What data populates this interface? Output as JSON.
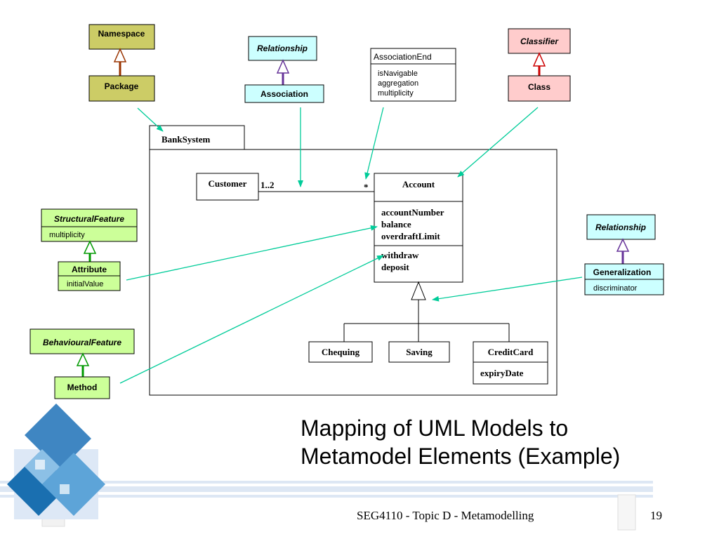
{
  "slide": {
    "title_line1": "Mapping of UML Models to",
    "title_line2": "Metamodel Elements (Example)",
    "footer": "SEG4110 - Topic D - Metamodelling",
    "page_number": "19"
  },
  "colors": {
    "olive": "#cccc66",
    "cyan": "#ccffff",
    "pink": "#ffcccc",
    "lightgreen": "#ccff99",
    "arrow": "#00cc99",
    "gen_brown": "#993300",
    "gen_purple": "#663399",
    "gen_red": "#cc0000",
    "gen_green": "#009900"
  },
  "meta": {
    "namespace": "Namespace",
    "package": "Package",
    "relationship_top": "Relationship",
    "association": "Association",
    "association_end": {
      "name": "AssociationEnd",
      "attrs": [
        "isNavigable",
        "aggregation",
        "multiplicity"
      ]
    },
    "classifier": "Classifier",
    "class": "Class",
    "structural_feature": {
      "name": "StructuralFeature",
      "attrs": [
        "multiplicity"
      ]
    },
    "attribute": {
      "name": "Attribute",
      "attrs": [
        "initialValue"
      ]
    },
    "behavioural_feature": "BehaviouralFeature",
    "method": "Method",
    "relationship_right": "Relationship",
    "generalization": {
      "name": "Generalization",
      "attrs": [
        "discriminator"
      ]
    }
  },
  "model": {
    "package_name": "BankSystem",
    "customer": "Customer",
    "mult_customer": "1..2",
    "mult_account": "*",
    "account": {
      "name": "Account",
      "attributes": [
        "accountNumber",
        "balance",
        "overdraftLimit"
      ],
      "operations": [
        "withdraw",
        "deposit"
      ]
    },
    "chequing": "Chequing",
    "saving": "Saving",
    "creditcard": {
      "name": "CreditCard",
      "attributes": [
        "expiryDate"
      ]
    }
  }
}
